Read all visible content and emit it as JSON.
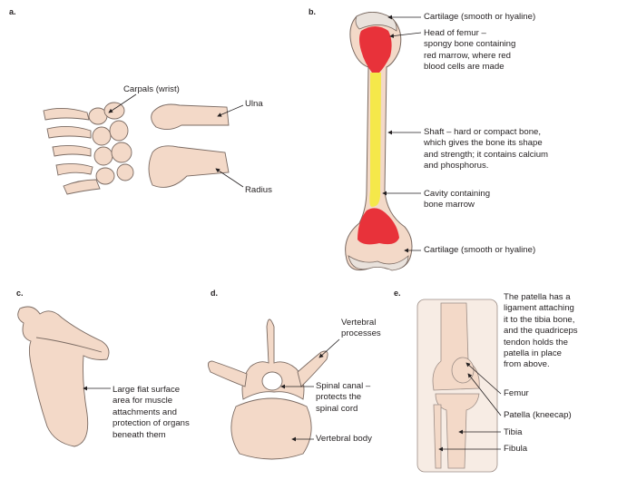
{
  "panels": {
    "a": {
      "letter": "a.",
      "labels": {
        "carpals": "Carpals (wrist)",
        "ulna": "Ulna",
        "radius": "Radius"
      }
    },
    "b": {
      "letter": "b.",
      "labels": {
        "cartilage_top": "Cartilage (smooth or hyaline)",
        "head": "Head of femur –\nspongy bone containing\nred marrow, where red\nblood cells are made",
        "shaft": "Shaft – hard or compact bone,\nwhich gives the bone its shape\nand strength; it contains calcium\nand phosphorus.",
        "cavity": "Cavity containing\nbone marrow",
        "cartilage_bottom": "Cartilage (smooth or hyaline)"
      }
    },
    "c": {
      "letter": "c.",
      "labels": {
        "flat_surface": "Large flat surface\narea for muscle\nattachments and\nprotection of organs\nbeneath them"
      }
    },
    "d": {
      "letter": "d.",
      "labels": {
        "processes": "Vertebral\nprocesses",
        "canal": "Spinal canal –\nprotects the\nspinal cord",
        "body": "Vertebral body"
      }
    },
    "e": {
      "letter": "e.",
      "labels": {
        "intro": "The patella has a\nligament attaching\nit to the tibia bone,\nand the quadriceps\ntendon holds the\npatella in place\nfrom above.",
        "femur": "Femur",
        "patella": "Patella (kneecap)",
        "tibia": "Tibia",
        "fibula": "Fibula"
      }
    }
  },
  "colors": {
    "bone": "#f3d9c8",
    "bone_outline": "#7a6a62",
    "red_marrow": "#e8323a",
    "yellow_marrow": "#f5e84a",
    "cartilage": "#e9e2dc",
    "leader": "#231f20"
  }
}
